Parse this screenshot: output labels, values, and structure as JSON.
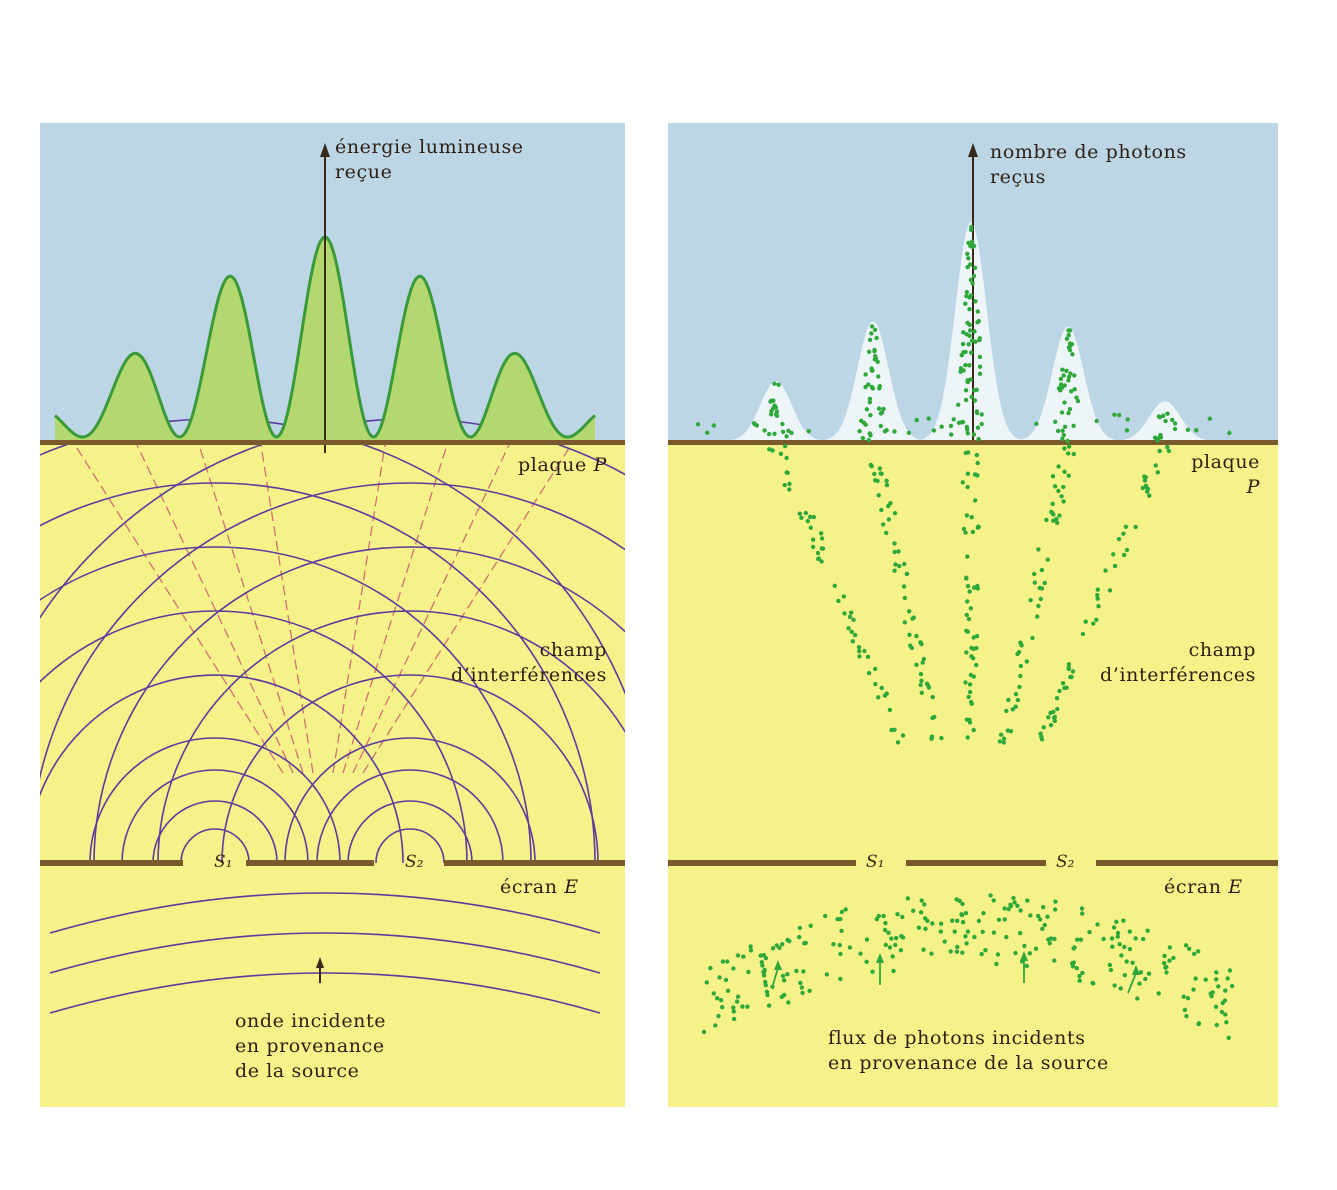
{
  "left": {
    "axis_label_1": "énergie lumineuse",
    "axis_label_2": "reçue",
    "plate_label": "plaque",
    "plate_symbol": "P",
    "field_label_1": "champ",
    "field_label_2": "d’interférences",
    "screen_label": "écran",
    "screen_symbol": "E",
    "slit1": "S₁",
    "slit2": "S₂",
    "source_label_1": "onde incidente",
    "source_label_2": "en provenance",
    "source_label_3": "de la source"
  },
  "right": {
    "axis_label_1": "nombre de photons",
    "axis_label_2": "reçus",
    "plate_label": "plaque",
    "plate_symbol": "P",
    "field_label_1": "champ",
    "field_label_2": "d’interférences",
    "screen_label": "écran",
    "screen_symbol": "E",
    "slit1": "S₁",
    "slit2": "S₂",
    "source_label_1": "flux de photons incidents",
    "source_label_2": "en provenance de la source"
  },
  "colors": {
    "sky": "#bcd6e6",
    "field": "#f6f28a",
    "plate": "#7a5a2c",
    "curve": "#3a9a3a",
    "curve_fill": "#b4d870",
    "wave": "#5a3c9c",
    "nodal": "#d07070",
    "photon": "#2fa83a"
  }
}
